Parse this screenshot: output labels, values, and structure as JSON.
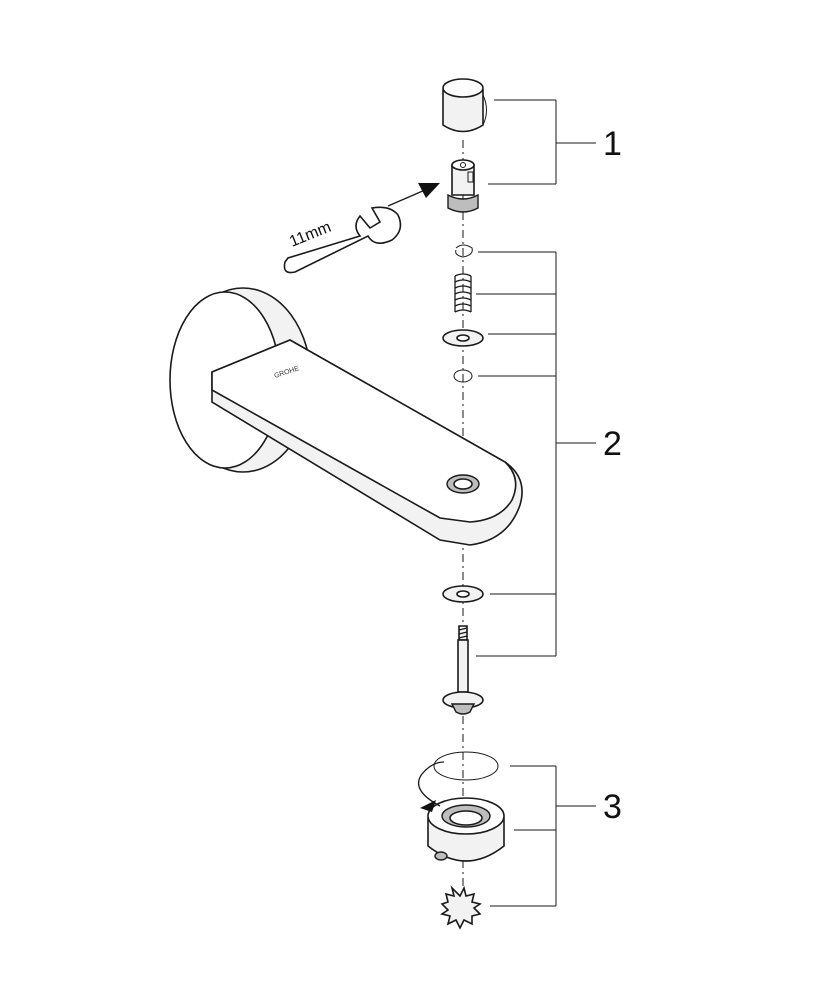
{
  "diagram": {
    "callouts": [
      {
        "id": "1",
        "label": "1"
      },
      {
        "id": "2",
        "label": "2"
      },
      {
        "id": "3",
        "label": "3"
      }
    ],
    "wrench_label": "11mm",
    "brand_mark": "GROHE"
  }
}
